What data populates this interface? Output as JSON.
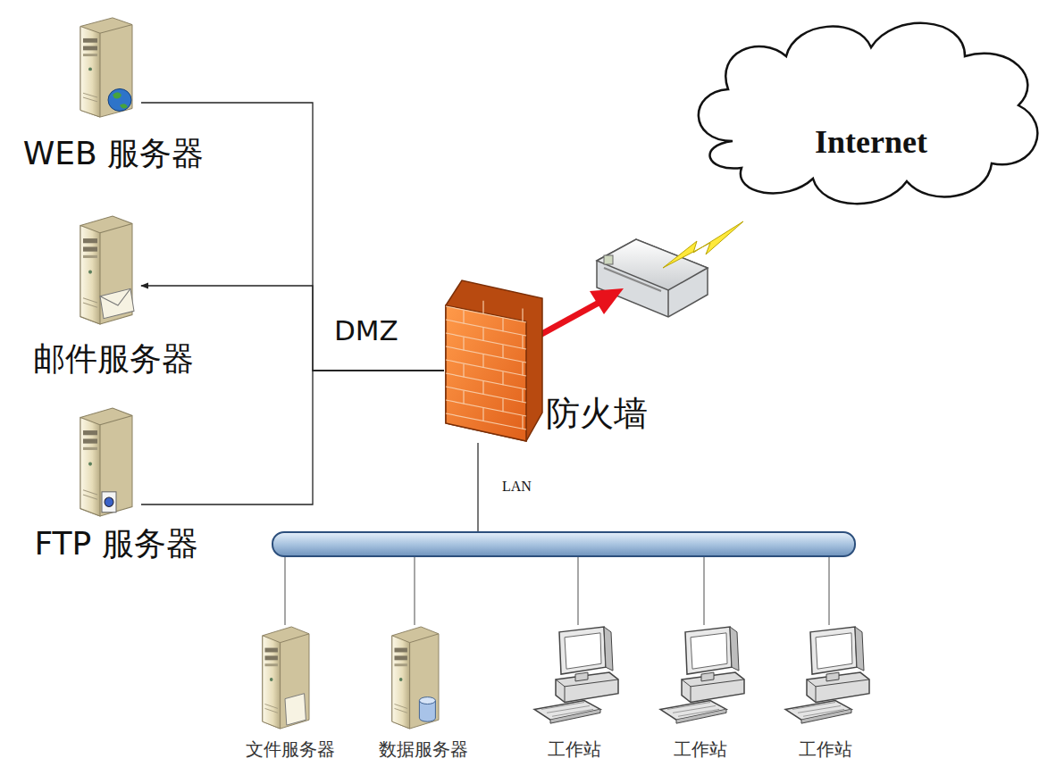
{
  "diagram": {
    "nodes": [
      {
        "text": [
          "WEB 服务器"
        ]
      },
      {
        "text": [
          "Internet"
        ]
      },
      {
        "text": [
          "邮件服务器"
        ]
      },
      {
        "text": [
          "防火墙"
        ]
      },
      {
        "text": [
          "FTP 服务器"
        ]
      },
      {
        "text": [
          "文件服务器"
        ]
      },
      {
        "text": [
          "数据服务器"
        ]
      },
      {
        "text": [
          "工作站"
        ]
      },
      {
        "text": [
          "工作站"
        ]
      },
      {
        "text": [
          "工作站"
        ]
      }
    ],
    "edges": [
      {
        "from": 0,
        "to": 3,
        "arrow": "none"
      },
      {
        "from": 3,
        "to": 2,
        "arrow": "to"
      },
      {
        "from": 4,
        "to": 3,
        "arrow": "none"
      },
      {
        "from": 3,
        "to": 5,
        "arrow": "none"
      },
      {
        "from": 3,
        "to": 6,
        "arrow": "none"
      },
      {
        "from": 3,
        "to": 7,
        "arrow": "none"
      },
      {
        "from": 3,
        "to": 8,
        "arrow": "none"
      },
      {
        "from": 3,
        "to": 9,
        "arrow": "none"
      }
    ],
    "labels": [
      "DMZ",
      "LAN"
    ]
  }
}
